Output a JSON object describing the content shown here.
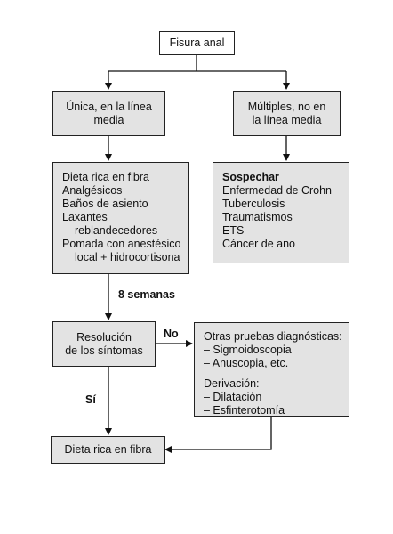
{
  "root": {
    "label": "Fisura anal"
  },
  "left_branch": {
    "line1": "Única, en la línea",
    "line2": "media"
  },
  "right_branch": {
    "line1": "Múltiples, no en",
    "line2": "la línea media"
  },
  "treatment": {
    "items": [
      "Dieta rica en fibra",
      "Analgésicos",
      "Baños de asiento",
      "Laxantes",
      "reblandecedores",
      "Pomada con anestésico",
      "local + hidrocortisona"
    ]
  },
  "suspect": {
    "title": "Sospechar",
    "items": [
      "Enfermedad de Crohn",
      "Tuberculosis",
      "Traumatismos",
      "ETS",
      "Cáncer de ano"
    ]
  },
  "duration_label": "8 semanas",
  "resolution": {
    "line1": "Resolución",
    "line2": "de los síntomas"
  },
  "no_label": "No",
  "yes_label": "Sí",
  "other_tests": {
    "title": "Otras pruebas diagnósticas:",
    "items": [
      "– Sigmoidoscopia",
      "– Anuscopia, etc."
    ],
    "referral_title": "Derivación:",
    "referral_items": [
      "– Dilatación",
      "– Esfinterotomía"
    ]
  },
  "final": {
    "label": "Dieta rica en fibra"
  }
}
